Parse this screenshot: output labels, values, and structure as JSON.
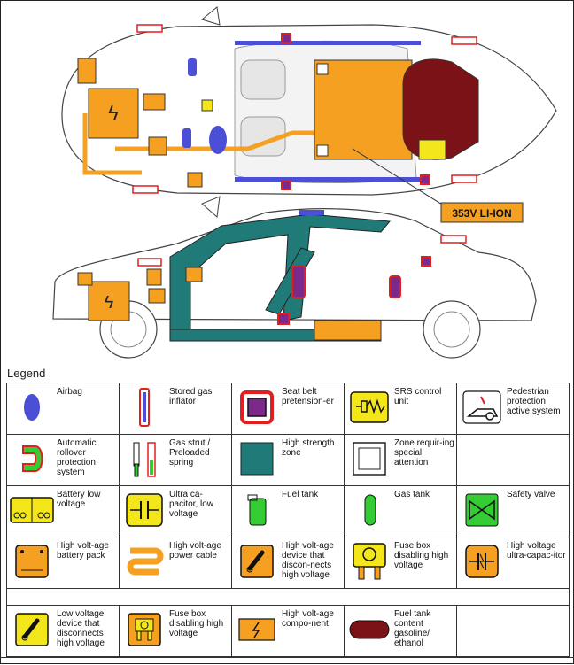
{
  "illustration": {
    "battery_label": "353V LI-ION"
  },
  "legend": {
    "title": "Legend",
    "items": [
      {
        "label": "Airbag",
        "icon": "airbag-icon"
      },
      {
        "label": "Stored gas inflator",
        "icon": "gas-inflator-icon"
      },
      {
        "label": "Seat belt pretension-er",
        "icon": "seatbelt-pretensioner-icon"
      },
      {
        "label": "SRS control unit",
        "icon": "srs-control-unit-icon"
      },
      {
        "label": "Pedestrian protection active system",
        "icon": "pedestrian-protection-icon"
      },
      {
        "label": "Automatic rollover protection system",
        "icon": "rollover-protection-icon"
      },
      {
        "label": "Gas strut / Preloaded spring",
        "icon": "gas-strut-icon"
      },
      {
        "label": "High strength zone",
        "icon": "high-strength-zone-icon"
      },
      {
        "label": "Zone requir-ing special attention",
        "icon": "special-attention-zone-icon"
      },
      {
        "label": "Battery low voltage",
        "icon": "battery-low-voltage-icon"
      },
      {
        "label": "Ultra ca-pacitor, low voltage",
        "icon": "ultra-capacitor-low-icon"
      },
      {
        "label": "Fuel tank",
        "icon": "fuel-tank-icon"
      },
      {
        "label": "Gas tank",
        "icon": "gas-tank-icon"
      },
      {
        "label": "Safety valve",
        "icon": "safety-valve-icon"
      },
      {
        "label": "High volt-age battery pack",
        "icon": "hv-battery-pack-icon"
      },
      {
        "label": "High volt-age power cable",
        "icon": "hv-power-cable-icon"
      },
      {
        "label": "High volt-age device that discon-nects high voltage",
        "icon": "hv-disconnect-device-icon"
      },
      {
        "label": "Fuse box disabling high voltage",
        "icon": "fuse-box-hv-icon"
      },
      {
        "label": "High voltage ultra-capac-itor",
        "icon": "hv-ultra-capacitor-icon"
      },
      {
        "label": "Low voltage device that disconnects high voltage",
        "icon": "lv-disconnect-device-icon"
      },
      {
        "label": "Fuse box disabling high voltage",
        "icon": "fuse-box-lv-icon"
      },
      {
        "label": "High volt-age compo-nent",
        "icon": "hv-component-icon"
      },
      {
        "label": "Fuel tank content gasoline/ ethanol",
        "icon": "fuel-content-icon"
      }
    ]
  },
  "colors": {
    "orange": "#f5a020",
    "teal": "#1f7a78",
    "maroon": "#7a1218",
    "airbag_blue": "#4a4fd6",
    "yellow": "#f3e61b",
    "green": "#33cc33"
  }
}
